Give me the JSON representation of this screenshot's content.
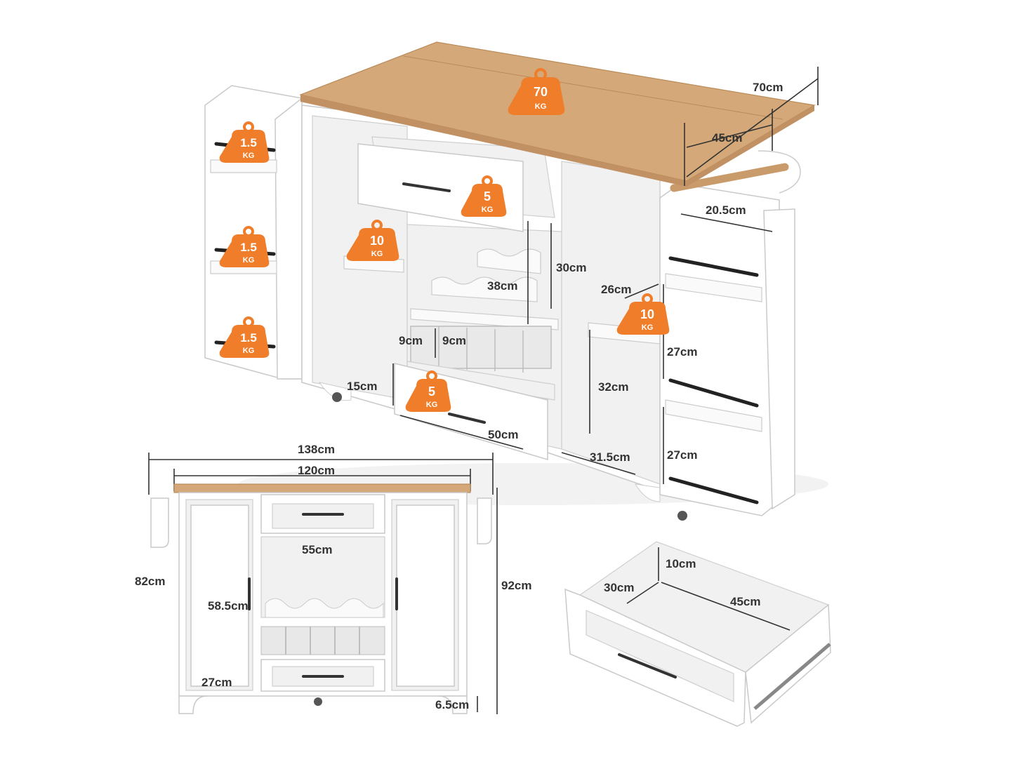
{
  "badges": {
    "top": {
      "value": "70",
      "unit": "KG"
    },
    "spice_top": {
      "value": "1.5",
      "unit": "KG"
    },
    "spice_mid": {
      "value": "1.5",
      "unit": "KG"
    },
    "spice_bottom": {
      "value": "1.5",
      "unit": "KG"
    },
    "drawer_top": {
      "value": "5",
      "unit": "KG"
    },
    "left_shelf": {
      "value": "10",
      "unit": "KG"
    },
    "right_shelf": {
      "value": "10",
      "unit": "KG"
    },
    "drawer_bottom": {
      "value": "5",
      "unit": "KG"
    }
  },
  "dimensions": {
    "top_depth": "70cm",
    "leaf_depth": "45cm",
    "rack_width": "20.5cm",
    "wine_height": "30cm",
    "wine_width": "38cm",
    "shelf_depth": "26cm",
    "cubby_width": "9cm",
    "cubby_height": "9cm",
    "rack_gap_upper": "27cm",
    "leg_height": "15cm",
    "cabinet_height": "32cm",
    "drawer_width": "50cm",
    "cabinet_depth": "31.5cm",
    "rack_gap_lower": "27cm",
    "total_width": "138cm",
    "body_width": "120cm",
    "wine_inner_width": "55cm",
    "body_height": "82cm",
    "total_height": "92cm",
    "door_height": "58.5cm",
    "door_width": "27cm",
    "clearance": "6.5cm",
    "drawer_depth_h": "10cm",
    "drawer_inner_depth": "30cm",
    "drawer_inner_width": "45cm"
  },
  "colors": {
    "badge": "#ef7d2a",
    "wood": "#d4a878",
    "cabinet": "#ffffff",
    "text": "#333333"
  }
}
